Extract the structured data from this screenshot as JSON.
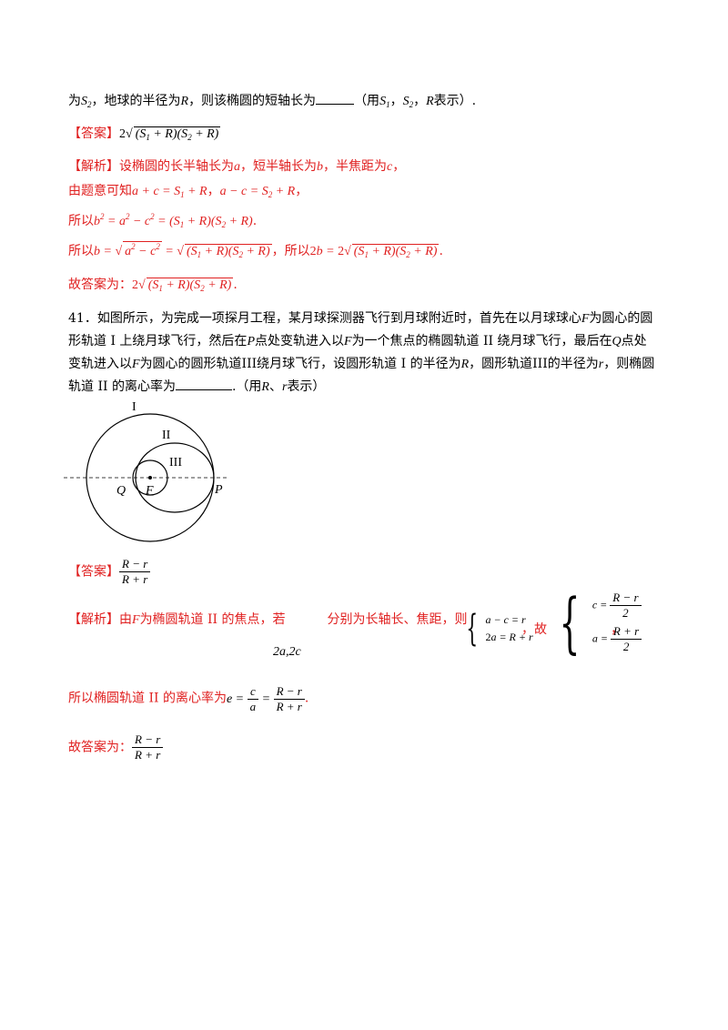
{
  "prev_question": {
    "line1_a": "为",
    "line1_b": "，地球的半径为",
    "line1_c": "，则该椭圆的短轴长为",
    "line1_d": "（用",
    "line1_e": "，",
    "line1_f": "，",
    "line1_g": "表示）.",
    "answer_tag": "【答案】",
    "answer_expr": "2√((S₁+R)(S₂+R))",
    "analysis_tag": "【解析】",
    "analysis_1": "设椭圆的长半轴长为",
    "analysis_1b": "，短半轴长为",
    "analysis_1c": "，半焦距为",
    "analysis_1d": "，",
    "analysis_2": "由题意可知",
    "analysis_2b": "，",
    "analysis_2c": "，",
    "analysis_3": "所以",
    "analysis_3end": ".",
    "analysis_4": "所以",
    "analysis_4b": "，所以",
    "analysis_4end": ".",
    "final_prefix": "故答案为：",
    "final_end": "."
  },
  "question41": {
    "number": "41．",
    "line1": "如图所示，为完成一项探月工程，某月球探测器飞行到月球附近时，首先在以月球球心",
    "line1_end": "为圆心的圆",
    "line2_a": "形轨道 I 上绕月球飞行，然后在",
    "line2_b": "点处变轨进入以",
    "line2_c": "为一个焦点的椭圆轨道 II 绕月球飞行，最后在",
    "line2_d": "点处",
    "line3_a": "变轨进入以",
    "line3_b": "为圆心的圆形轨道III绕月球飞行，设圆形轨道 I 的半径为",
    "line3_c": "，圆形轨道III的半径为",
    "line3_d": "，则椭圆",
    "line4_a": "轨道 II 的离心率为",
    "line4_b": ".（用",
    "line4_c": "、",
    "line4_d": "表示）"
  },
  "diagram": {
    "label_I": "I",
    "label_II": "II",
    "label_III": "III",
    "label_Q": "Q",
    "label_F": "F",
    "label_P": "P"
  },
  "solution41": {
    "answer_tag": "【答案】",
    "analysis_tag": "【解析】",
    "analysis_a": "由",
    "analysis_b": "为椭圆轨道 II 的焦点，若",
    "analysis_c": "分别为长轴长、焦距，则",
    "analysis_d": "，故",
    "analysis_e": "，",
    "var_2a2c": "2a,2c",
    "ecc_prefix": "所以椭圆轨道 II 的离心率为",
    "ecc_end": ".",
    "final_prefix": "故答案为："
  }
}
